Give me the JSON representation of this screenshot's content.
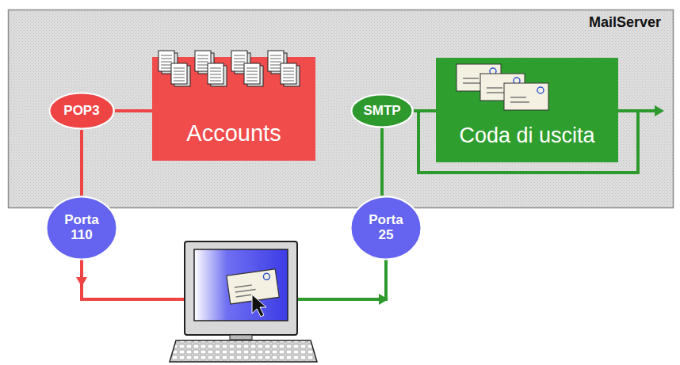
{
  "diagram": {
    "nodes": [
      {
        "text": [
          "MailServer"
        ]
      },
      {
        "text": [
          "POP3"
        ],
        "in": 0
      },
      {
        "text": [
          "Accounts"
        ],
        "in": 0
      },
      {
        "text": [
          "SMTP"
        ],
        "in": 0
      },
      {
        "text": [
          "Coda di uscita"
        ],
        "in": 0
      },
      {
        "text": [
          "Porta 110"
        ]
      },
      {
        "text": [
          "Porta 25"
        ]
      }
    ],
    "edges": [
      {
        "from": 1,
        "to": 2,
        "arrow": "none"
      },
      {
        "from": 1,
        "to": 5,
        "arrow": "none"
      },
      {
        "from": 3,
        "to": 4,
        "arrow": "none"
      },
      {
        "from": 3,
        "to": 6,
        "arrow": "none"
      }
    ]
  }
}
